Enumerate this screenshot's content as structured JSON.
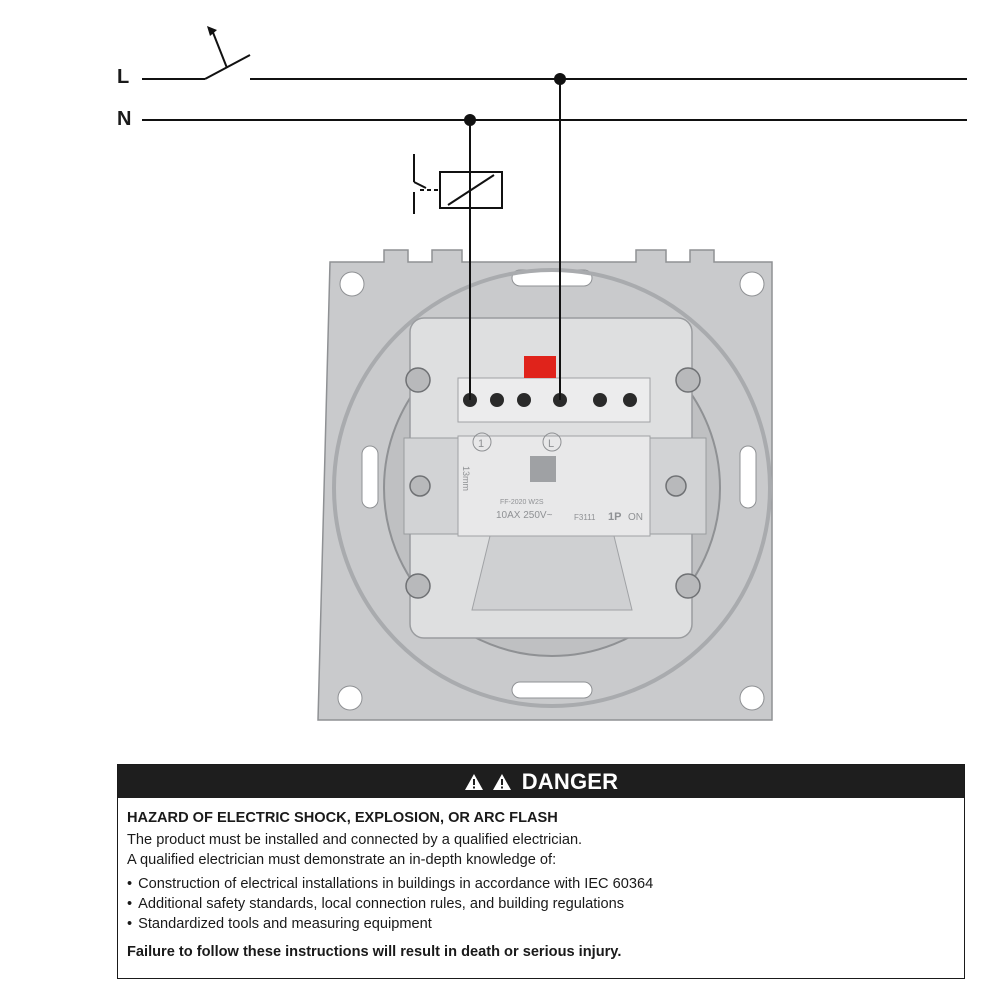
{
  "wiring": {
    "line_label": "L",
    "neutral_label": "N"
  },
  "device_markings": {
    "terminal_1": "1",
    "terminal_L": "L",
    "strip_length": "13mm",
    "model_code": "FF-2020 W2S",
    "rating": "10AX 250V~",
    "part_number": "F3111",
    "pole": "1P",
    "on_label": "ON"
  },
  "colors": {
    "wire": "#111111",
    "plate": "#c9cacc",
    "plate_dark": "#a9abae",
    "body": "#dedfe0",
    "terminal_red": "#e0231b",
    "danger_header_bg": "#1e1e1e"
  },
  "danger": {
    "header_icon": "warning-triangle-icon",
    "header_text": "DANGER",
    "title": "HAZARD OF ELECTRIC SHOCK, EXPLOSION, OR ARC FLASH",
    "intro_1": "The product must be installed and connected by a qualified electrician.",
    "intro_2": "A qualified electrician must demonstrate an in-depth knowledge of:",
    "bullets": [
      "Construction of electrical installations in buildings in accordance with IEC 60364",
      "Additional safety standards, local connection rules, and building regulations",
      "Standardized tools and measuring equipment"
    ],
    "footer": "Failure to follow these instructions will result in death or serious injury."
  }
}
